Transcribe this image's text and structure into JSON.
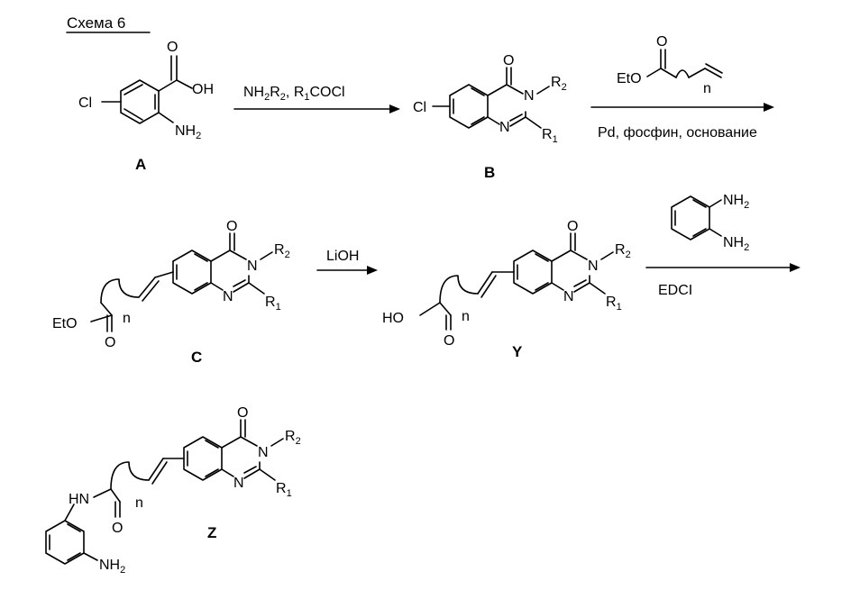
{
  "scheme": {
    "title": "Схема 6",
    "compounds": {
      "A": "A",
      "B": "B",
      "C": "C",
      "Y": "Y",
      "Z": "Z"
    },
    "atoms": {
      "O": "O",
      "OH": "OH",
      "N": "N",
      "HN": "HN",
      "HO": "HO",
      "NH": "NH",
      "Cl": "Cl",
      "EtO": "EtO",
      "R": "R",
      "n": "n",
      "sub1": "1",
      "sub2": "2"
    },
    "conditions": {
      "step1_NH": "NH",
      "step1_R": "R",
      "step1_sep": ", ",
      "step1_COCl": "COCl",
      "step2_below": "Pd, фосфин, основание",
      "step3": "LiOH",
      "step4_below": "EDCI"
    }
  }
}
